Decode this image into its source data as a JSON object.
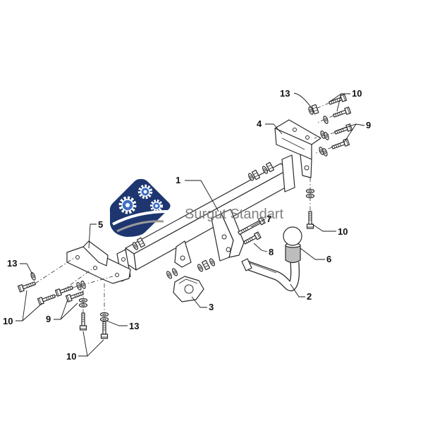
{
  "logo": {
    "text": "Surgut Standart"
  },
  "callouts": [
    {
      "label": "13"
    },
    {
      "label": "10"
    },
    {
      "label": "4"
    },
    {
      "label": "9"
    },
    {
      "label": "1"
    },
    {
      "label": "5"
    },
    {
      "label": "7"
    },
    {
      "label": "10"
    },
    {
      "label": "8"
    },
    {
      "label": "6"
    },
    {
      "label": "13"
    },
    {
      "label": "3"
    },
    {
      "label": "2"
    },
    {
      "label": "10"
    },
    {
      "label": "9"
    },
    {
      "label": "13"
    },
    {
      "label": "10"
    }
  ],
  "colors": {
    "background": "#ffffff",
    "line": "#2b2b2b",
    "logo_navy": "#1e3670",
    "logo_gear": "#3d6fc4",
    "logo_text": "#808080",
    "ball_body": "#bdbdbd"
  }
}
